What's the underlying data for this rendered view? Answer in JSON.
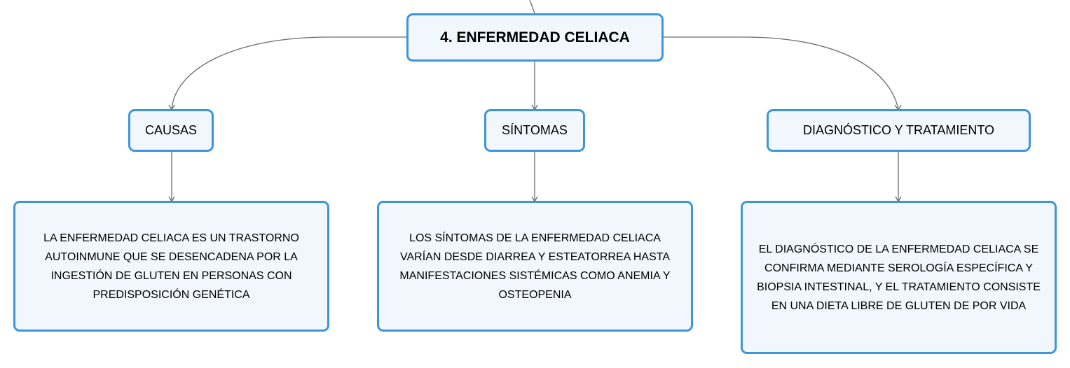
{
  "diagram": {
    "root": {
      "label": "4. ENFERMEDAD CELIACA"
    },
    "branches": [
      {
        "label": "CAUSAS",
        "description": "LA ENFERMEDAD CELIACA ES UN TRASTORNO AUTOINMUNE QUE SE DESENCADENA POR LA INGESTIÓN DE GLUTEN EN PERSONAS CON PREDISPOSICIÓN GENÉTICA"
      },
      {
        "label": "SÍNTOMAS",
        "description": "LOS SÍNTOMAS DE LA ENFERMEDAD CELIACA VARÍAN DESDE DIARREA Y ESTEATORREA HASTA MANIFESTACIONES SISTÉMICAS COMO ANEMIA Y OSTEOPENIA"
      },
      {
        "label": "DIAGNÓSTICO Y TRATAMIENTO",
        "description": "EL DIAGNÓSTICO DE LA ENFERMEDAD CELIACA SE CONFIRMA MEDIANTE SEROLOGÍA ESPECÍFICA Y BIOPSIA INTESTINAL, Y EL TRATAMIENTO CONSISTE EN UNA DIETA LIBRE DE GLUTEN DE POR VIDA"
      }
    ]
  },
  "colors": {
    "node_border": "#3d95dc",
    "node_fill": "#f1f7fd",
    "connector": "#6b6b6b",
    "text": "#000000"
  }
}
